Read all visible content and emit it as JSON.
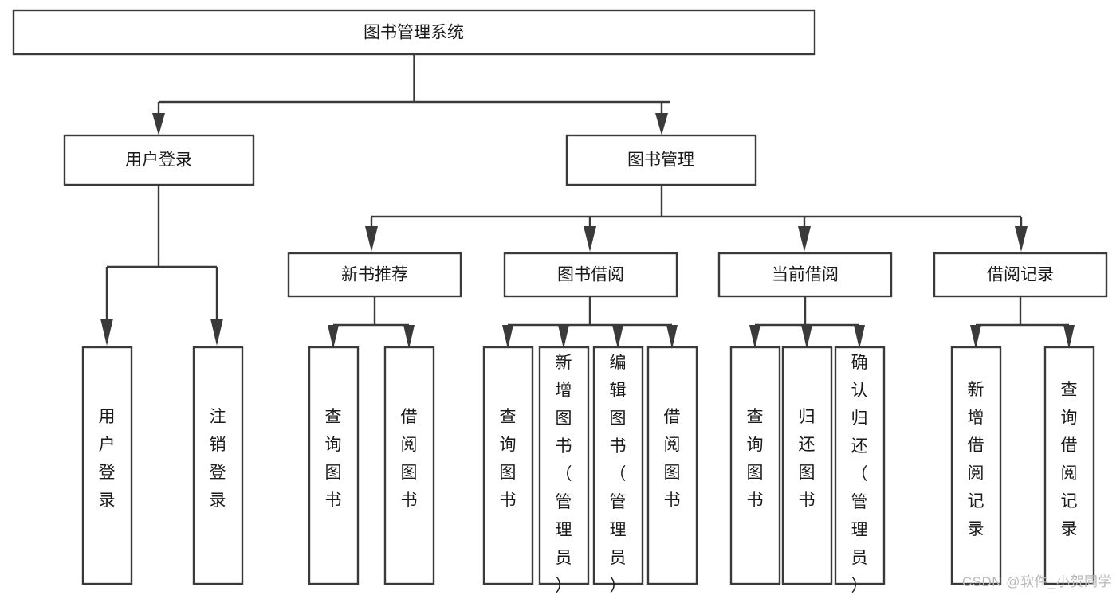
{
  "diagram": {
    "title": "图书管理系统",
    "type": "tree",
    "orientation": "top-down",
    "colors": {
      "box_fill": "#ffffff",
      "box_stroke": "#3a3a3a",
      "text": "#1a1a1a",
      "edge": "#3a3a3a",
      "watermark": "#b8b8b8",
      "background": "#ffffff"
    },
    "nodes": {
      "root": {
        "label": "图书管理系统",
        "level": 0,
        "orientation": "horizontal"
      },
      "l1": [
        {
          "id": "user_login",
          "label": "用户登录",
          "level": 1,
          "orientation": "horizontal"
        },
        {
          "id": "book_manage",
          "label": "图书管理",
          "level": 1,
          "orientation": "horizontal"
        }
      ],
      "l2": [
        {
          "id": "new_book_rec",
          "label": "新书推荐",
          "level": 2,
          "orientation": "horizontal",
          "parent": "book_manage"
        },
        {
          "id": "book_borrow",
          "label": "图书借阅",
          "level": 2,
          "orientation": "horizontal",
          "parent": "book_manage"
        },
        {
          "id": "current_borrow",
          "label": "当前借阅",
          "level": 2,
          "orientation": "horizontal",
          "parent": "book_manage"
        },
        {
          "id": "borrow_record",
          "label": "借阅记录",
          "level": 2,
          "orientation": "horizontal",
          "parent": "book_manage"
        }
      ],
      "leaves": [
        {
          "id": "leaf_user_login",
          "label": "用户登录",
          "parent": "user_login",
          "orientation": "vertical"
        },
        {
          "id": "leaf_logout",
          "label": "注销登录",
          "parent": "user_login",
          "orientation": "vertical"
        },
        {
          "id": "leaf_query_book_1",
          "label": "查询图书",
          "parent": "new_book_rec",
          "orientation": "vertical"
        },
        {
          "id": "leaf_borrow_book_1",
          "label": "借阅图书",
          "parent": "new_book_rec",
          "orientation": "vertical"
        },
        {
          "id": "leaf_query_book_2",
          "label": "查询图书",
          "parent": "book_borrow",
          "orientation": "vertical"
        },
        {
          "id": "leaf_add_book",
          "label": "新增图书（管理员）",
          "parent": "book_borrow",
          "orientation": "vertical"
        },
        {
          "id": "leaf_edit_book",
          "label": "编辑图书（管理员）",
          "parent": "book_borrow",
          "orientation": "vertical"
        },
        {
          "id": "leaf_borrow_book_2",
          "label": "借阅图书",
          "parent": "book_borrow",
          "orientation": "vertical"
        },
        {
          "id": "leaf_query_book_3",
          "label": "查询图书",
          "parent": "current_borrow",
          "orientation": "vertical"
        },
        {
          "id": "leaf_return_book",
          "label": "归还图书",
          "parent": "current_borrow",
          "orientation": "vertical"
        },
        {
          "id": "leaf_confirm_return",
          "label": "确认归还（管理员）",
          "parent": "current_borrow",
          "orientation": "vertical"
        },
        {
          "id": "leaf_add_record",
          "label": "新增借阅记录",
          "parent": "borrow_record",
          "orientation": "vertical"
        },
        {
          "id": "leaf_query_record",
          "label": "查询借阅记录",
          "parent": "borrow_record",
          "orientation": "vertical"
        }
      ]
    },
    "watermark": "CSDN @软件_小贺同学"
  }
}
